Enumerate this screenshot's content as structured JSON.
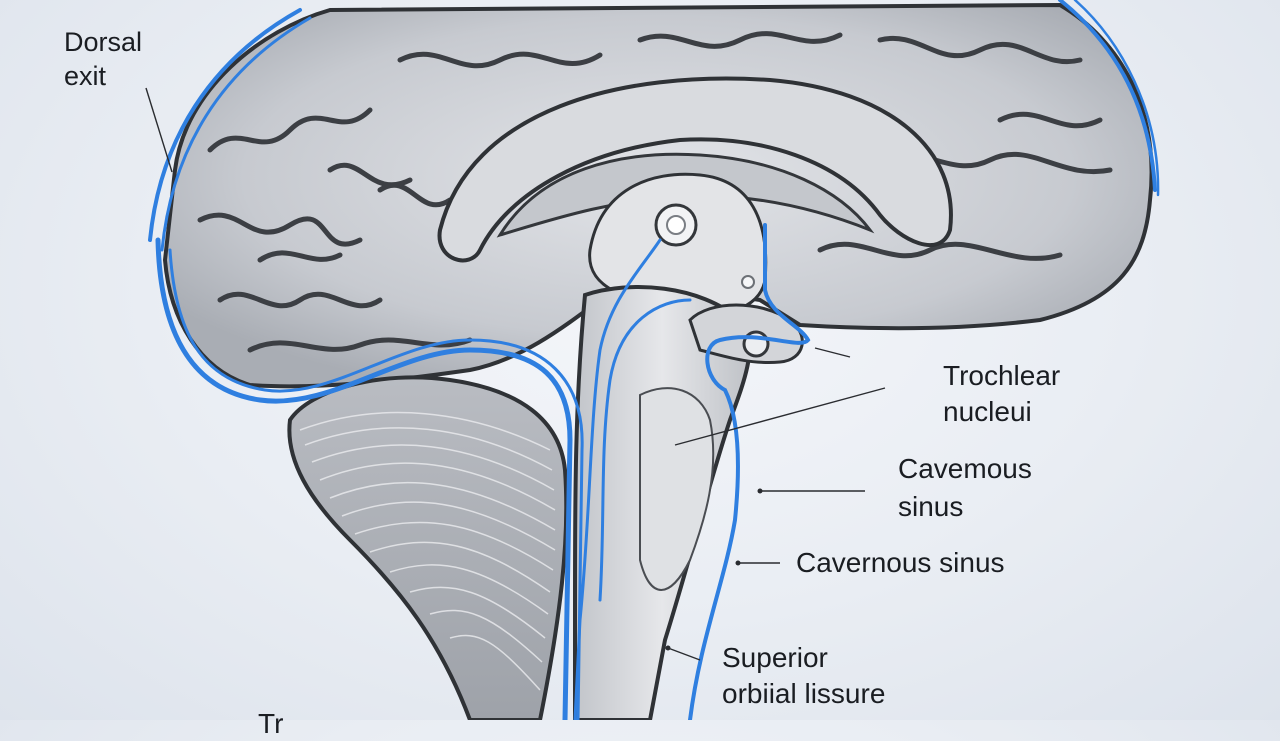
{
  "labels": {
    "dorsal_exit": [
      "Dorsal",
      "exit"
    ],
    "trochlear_nucleus": [
      "Trochlear",
      "nucleui"
    ],
    "cavernous_sinus_1": [
      "Cavemous",
      "sinus"
    ],
    "cavernous_sinus_2": "Cavernous sinus",
    "superior_orbital_fissure": [
      "Superior",
      "orbiial lissure"
    ],
    "bottom_cut": "Tr"
  },
  "colors": {
    "nerve_blue": "#2f7fe0",
    "brain_gray": "#c9ccd1",
    "outline": "#3a3d42"
  }
}
